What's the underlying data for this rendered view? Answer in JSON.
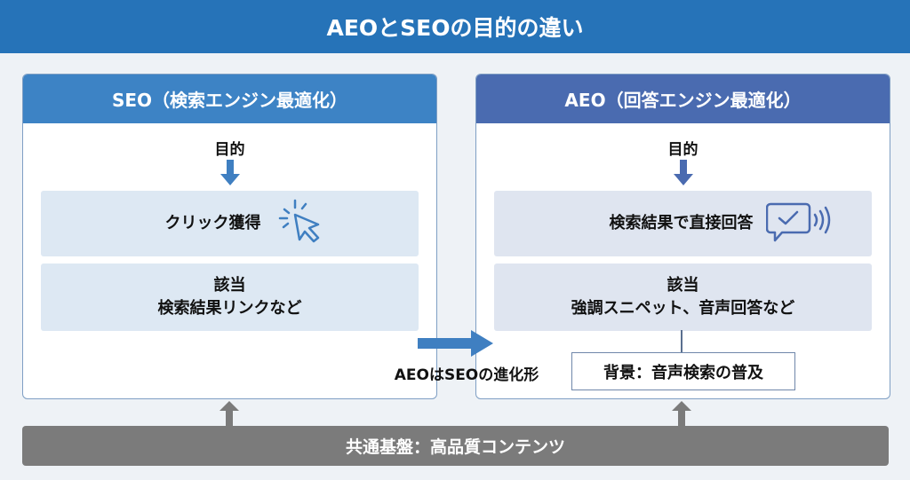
{
  "title": "AEOとSEOの目的の違い",
  "seo": {
    "header": "SEO（検索エンジン最適化）",
    "purpose_label": "目的",
    "goal": "クリック獲得",
    "applies_label": "該当",
    "applies": "検索結果リンクなど"
  },
  "aeo": {
    "header": "AEO（回答エンジン最適化）",
    "purpose_label": "目的",
    "goal": "検索結果で直接回答",
    "applies_label": "該当",
    "applies": "強調スニペット、音声回答など",
    "background": "背景：音声検索の普及"
  },
  "evolution": "AEOはSEOの進化形",
  "foundation": "共通基盤：高品質コンテンツ",
  "colors": {
    "title": "#2673b8",
    "seo_header": "#3d83c5",
    "aeo_header": "#4a6bb0",
    "foundation": "#7b7b7b",
    "arrow": "#3f7fc1"
  }
}
